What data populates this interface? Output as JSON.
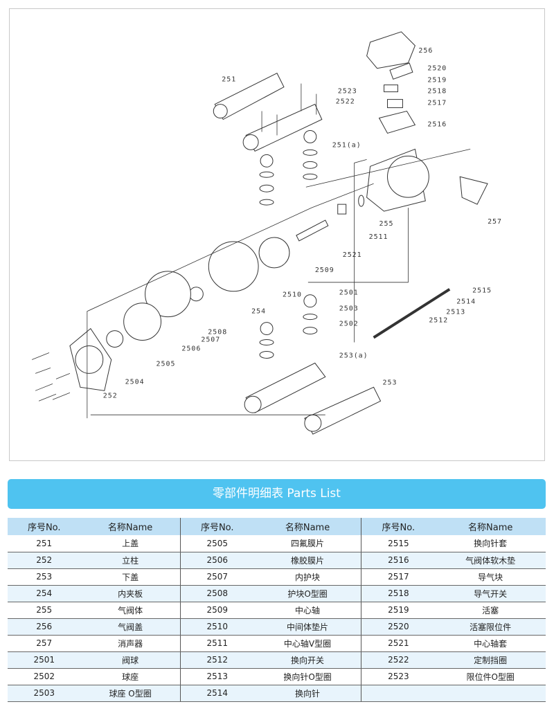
{
  "diagram": {
    "labels": [
      "251",
      "256",
      "2520",
      "2519",
      "2523",
      "2518",
      "2522",
      "2517",
      "2516",
      "251(a)",
      "257",
      "255",
      "2511",
      "2521",
      "2509",
      "2510",
      "2501",
      "2515",
      "2514",
      "2513",
      "2503",
      "2512",
      "2502",
      "254",
      "2508",
      "2507",
      "2506",
      "2505",
      "2504",
      "253(a)",
      "253",
      "252"
    ]
  },
  "banner": {
    "title": "零部件明细表 Parts List"
  },
  "table": {
    "headers": [
      "序号No.",
      "名称Name",
      "序号No.",
      "名称Name",
      "序号No.",
      "名称Name"
    ],
    "rows": [
      [
        "251",
        "上盖",
        "2505",
        "四氟膜片",
        "2515",
        "换向针套"
      ],
      [
        "252",
        "立柱",
        "2506",
        "橡胶膜片",
        "2516",
        "气阀体软木垫"
      ],
      [
        "253",
        "下盖",
        "2507",
        "内护块",
        "2517",
        "导气块"
      ],
      [
        "254",
        "内夹板",
        "2508",
        "护块O型圈",
        "2518",
        "导气开关"
      ],
      [
        "255",
        "气阀体",
        "2509",
        "中心轴",
        "2519",
        "活塞"
      ],
      [
        "256",
        "气阀盖",
        "2510",
        "中间体垫片",
        "2520",
        "活塞限位件"
      ],
      [
        "257",
        "消声器",
        "2511",
        "中心轴V型圈",
        "2521",
        "中心轴套"
      ],
      [
        "2501",
        "阀球",
        "2512",
        "换向开关",
        "2522",
        "定制挡圈"
      ],
      [
        "2502",
        "球座",
        "2513",
        "换向针O型圈",
        "2523",
        "限位件O型圈"
      ],
      [
        "2503",
        "球座 O型圈",
        "2514",
        "换向针",
        "",
        ""
      ]
    ]
  }
}
